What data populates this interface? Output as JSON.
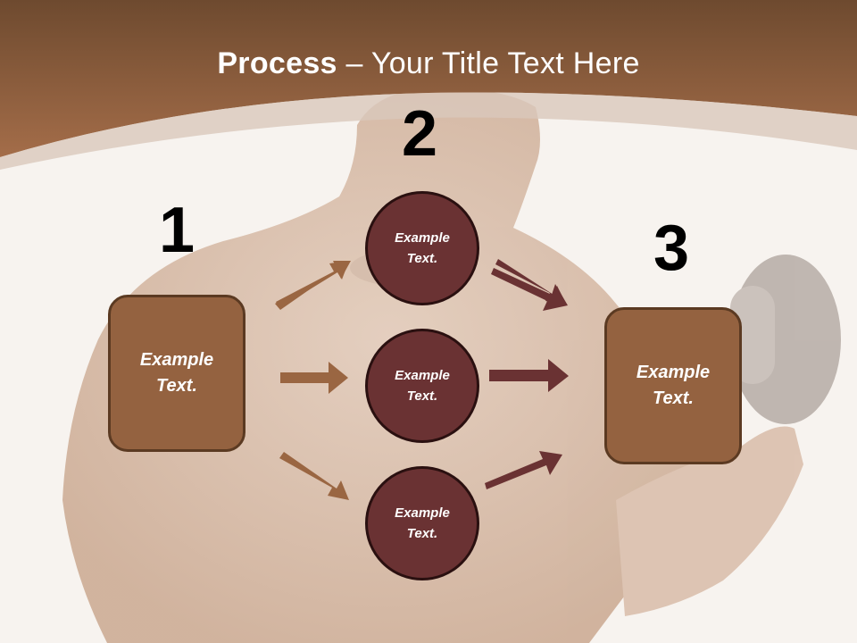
{
  "title": {
    "bold": "Process",
    "rest": " – Your Title Text Here"
  },
  "colors": {
    "banner_top": "#6e4a2f",
    "banner_bottom": "#a46d49",
    "box_fill": "#946240",
    "circle_fill": "#6a3233",
    "arrow_light": "#9a6642",
    "arrow_dark": "#6a3233"
  },
  "steps": {
    "one": {
      "number": "1",
      "line1": "Example",
      "line2": "Text."
    },
    "two": {
      "number": "2"
    },
    "three": {
      "number": "3",
      "line1": "Example",
      "line2": "Text."
    }
  },
  "circles": [
    {
      "line1": "Example",
      "line2": "Text."
    },
    {
      "line1": "Example",
      "line2": "Text."
    },
    {
      "line1": "Example",
      "line2": "Text."
    }
  ]
}
